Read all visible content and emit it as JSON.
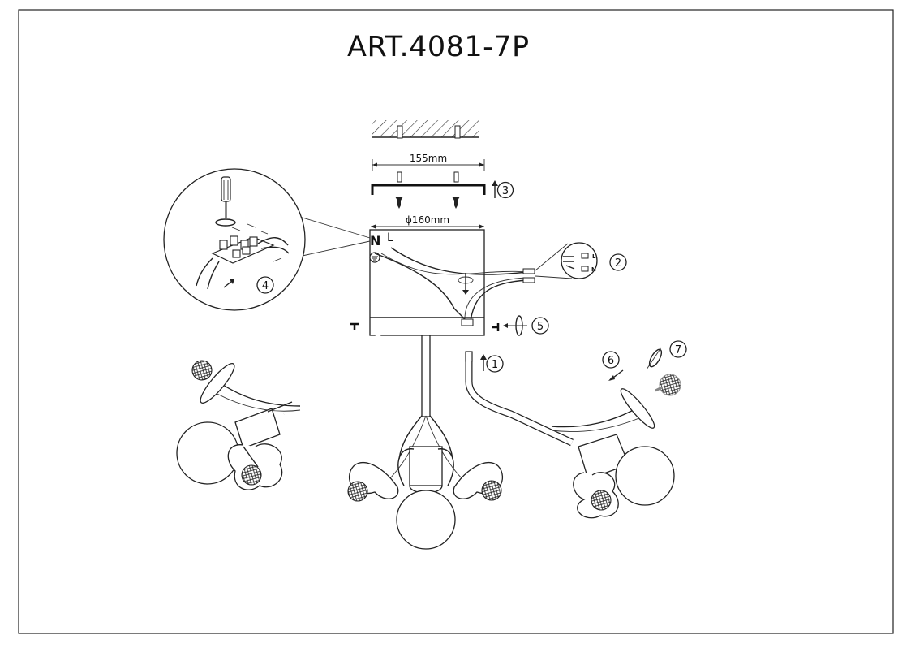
{
  "title": "ART.4081-7P",
  "dimensions": {
    "plate_width": "155mm",
    "canopy_diameter": "ϕ160mm"
  },
  "wire_labels": {
    "neutral": "N",
    "live": "L",
    "detail_live": "L",
    "detail_neutral": "N"
  },
  "steps": [
    "1",
    "2",
    "3",
    "4",
    "5",
    "6",
    "7"
  ],
  "icons": [
    "screwdriver-icon",
    "rotate-arrow-icon",
    "up-arrow-icon",
    "screw-icon",
    "ground-symbol-icon"
  ]
}
